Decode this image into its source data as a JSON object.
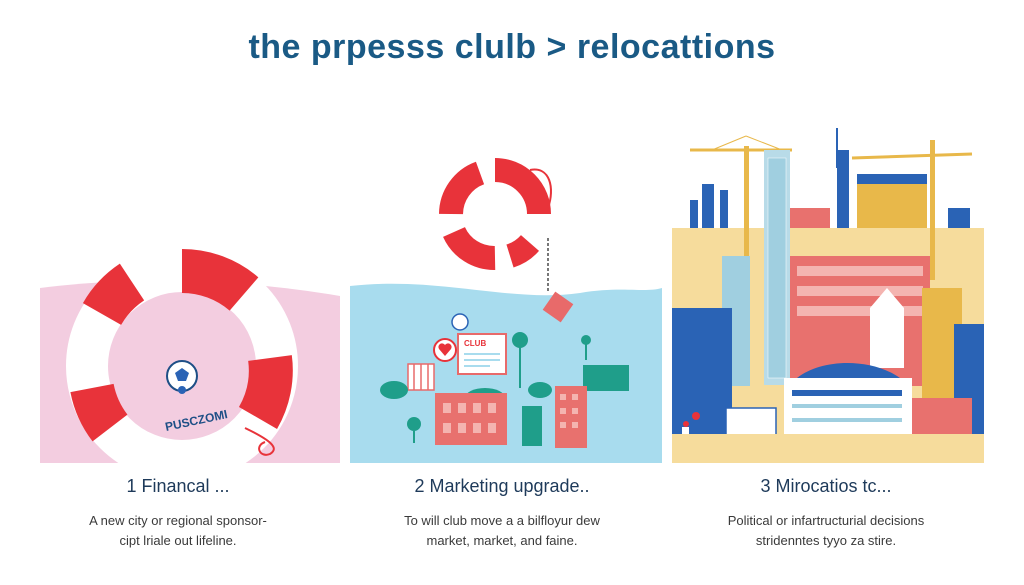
{
  "header": {
    "title": "the prpesss clulb > relocattions"
  },
  "panels": [
    {
      "title": "1 Financal ...",
      "desc_line1": "A new city or regional sponsor-",
      "desc_line2": "cipt lriale out lifeline.",
      "ring_label": "PUSCZOMI",
      "icons": [
        "lifebuoy-icon",
        "soccer-ball-icon"
      ]
    },
    {
      "title": "2 Marketing upgrade..",
      "desc_line1": "To will club move a a bilfloyur dew",
      "desc_line2": "market, market, and faine.",
      "sign_label": "CLUB",
      "icons": [
        "lifebuoy-icon",
        "heart-icon",
        "tree-icon",
        "building-icon"
      ]
    },
    {
      "title": "3 Mirocatios tc...",
      "desc_line1": "Political or infartructurial decisions",
      "desc_line2": "stridenntes tyyo za stire.",
      "icons": [
        "crane-icon",
        "flag-icon",
        "stadium-icon",
        "skyscraper-icon"
      ]
    }
  ],
  "colors": {
    "title": "#1a5a85",
    "red": "#e8333a",
    "pink_bg": "#f3cde0",
    "sky_bg": "#a8dcee",
    "sand_bg": "#f6dc9c",
    "blue": "#2a63b5",
    "crane": "#e8b84a"
  }
}
